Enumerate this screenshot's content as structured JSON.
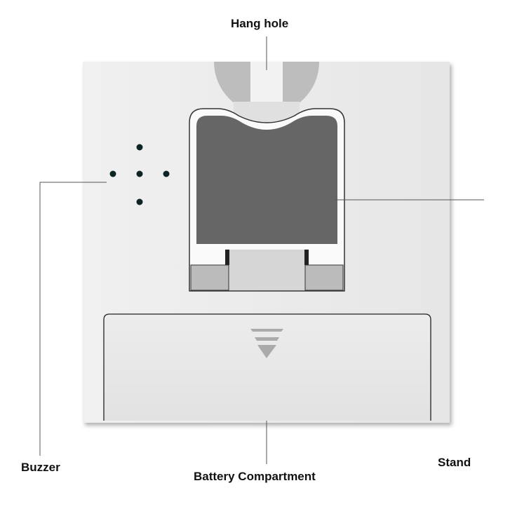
{
  "labels": {
    "hang_hole": "Hang hole",
    "buzzer": "Buzzer",
    "stand": "Stand",
    "battery": "Battery Compartment"
  },
  "colors": {
    "body": "#e8e8e8",
    "stand_panel": "#666666",
    "dots": "#0d2424",
    "leader_line": "#555555"
  }
}
